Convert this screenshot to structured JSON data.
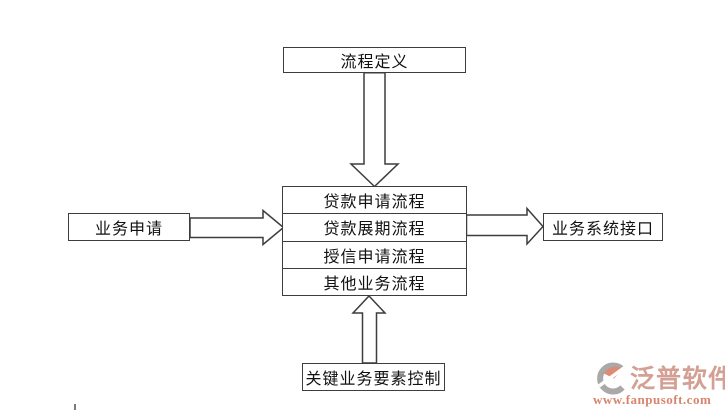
{
  "diagram": {
    "top_box": {
      "label": "流程定义"
    },
    "left_box": {
      "label": "业务申请"
    },
    "right_box": {
      "label": "业务系统接口"
    },
    "bottom_box": {
      "label": "关键业务要素控制"
    },
    "process_stack": {
      "rows": [
        "贷款申请流程",
        "贷款展期流程",
        "授信申请流程",
        "其他业务流程"
      ]
    },
    "line_color": "#3d3d3d"
  },
  "branding": {
    "logo_text": "泛普软件",
    "website": "www.fanpusoft.com",
    "logo_icon": "fanpu-swirl-icon",
    "logo_text_color": "#d4a094",
    "url_color": "#d9856e",
    "icon_accent_color": "#dd8a76",
    "icon_gray_color": "#a9a9a9"
  }
}
